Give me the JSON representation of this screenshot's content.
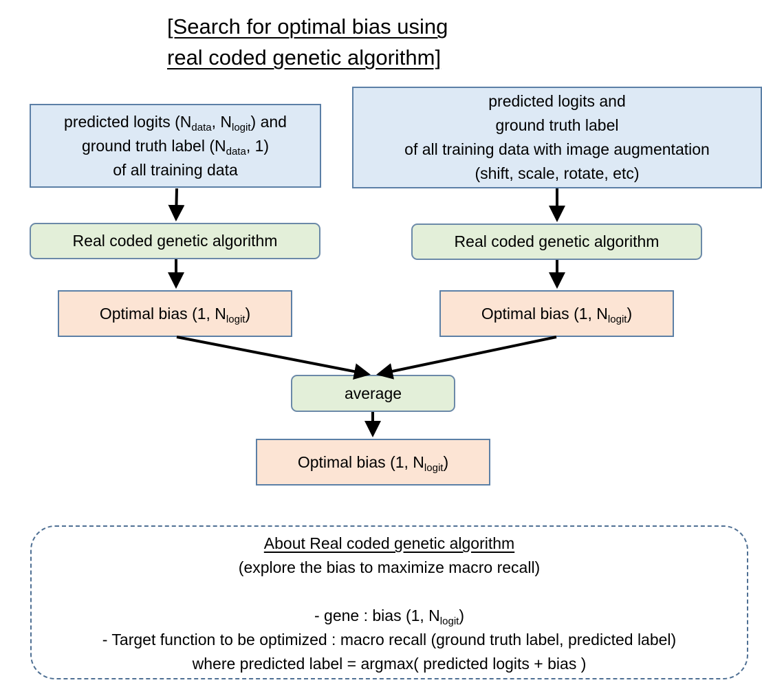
{
  "title": {
    "line1": "[Search for optimal bias using",
    "line2": "real coded genetic algorithm]"
  },
  "left_input": {
    "line1_pre": "predicted logits (N",
    "line1_sub1": "data",
    "line1_mid": ", N",
    "line1_sub2": "logit",
    "line1_post": ") and",
    "line2_pre": "ground truth label (N",
    "line2_sub": "data",
    "line2_post": ", 1)",
    "line3": "of all training data"
  },
  "right_input": {
    "line1": "predicted logits and",
    "line2": "ground truth label",
    "line3": "of all training data with image augmentation",
    "line4": "(shift, scale, rotate, etc)"
  },
  "ga_label": "Real coded genetic algorithm",
  "bias": {
    "pre": "Optimal bias (1, N",
    "sub": "logit",
    "post": ")"
  },
  "average_label": "average",
  "note": {
    "heading": "About Real coded genetic algorithm",
    "subheading": "(explore the bias to maximize macro recall)",
    "gene_pre": "-  gene :  bias (1, N",
    "gene_sub": "logit",
    "gene_post": ")",
    "target": "- Target function to be optimized :  macro recall (ground truth label, predicted label)",
    "where": "where predicted label = argmax( predicted logits + bias )"
  }
}
